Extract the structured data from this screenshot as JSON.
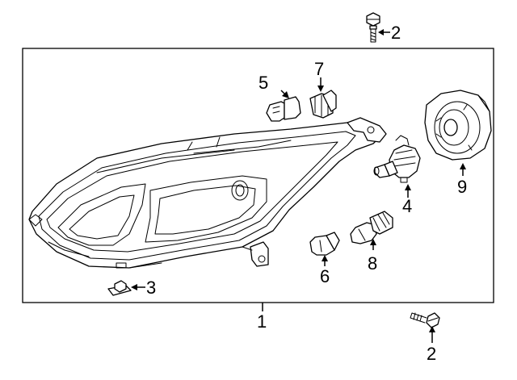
{
  "callouts": [
    {
      "id": "c1",
      "label": "1"
    },
    {
      "id": "c2a",
      "label": "2"
    },
    {
      "id": "c2b",
      "label": "2"
    },
    {
      "id": "c3",
      "label": "3"
    },
    {
      "id": "c4",
      "label": "4"
    },
    {
      "id": "c5",
      "label": "5"
    },
    {
      "id": "c6",
      "label": "6"
    },
    {
      "id": "c7",
      "label": "7"
    },
    {
      "id": "c8",
      "label": "8"
    },
    {
      "id": "c9",
      "label": "9"
    }
  ]
}
